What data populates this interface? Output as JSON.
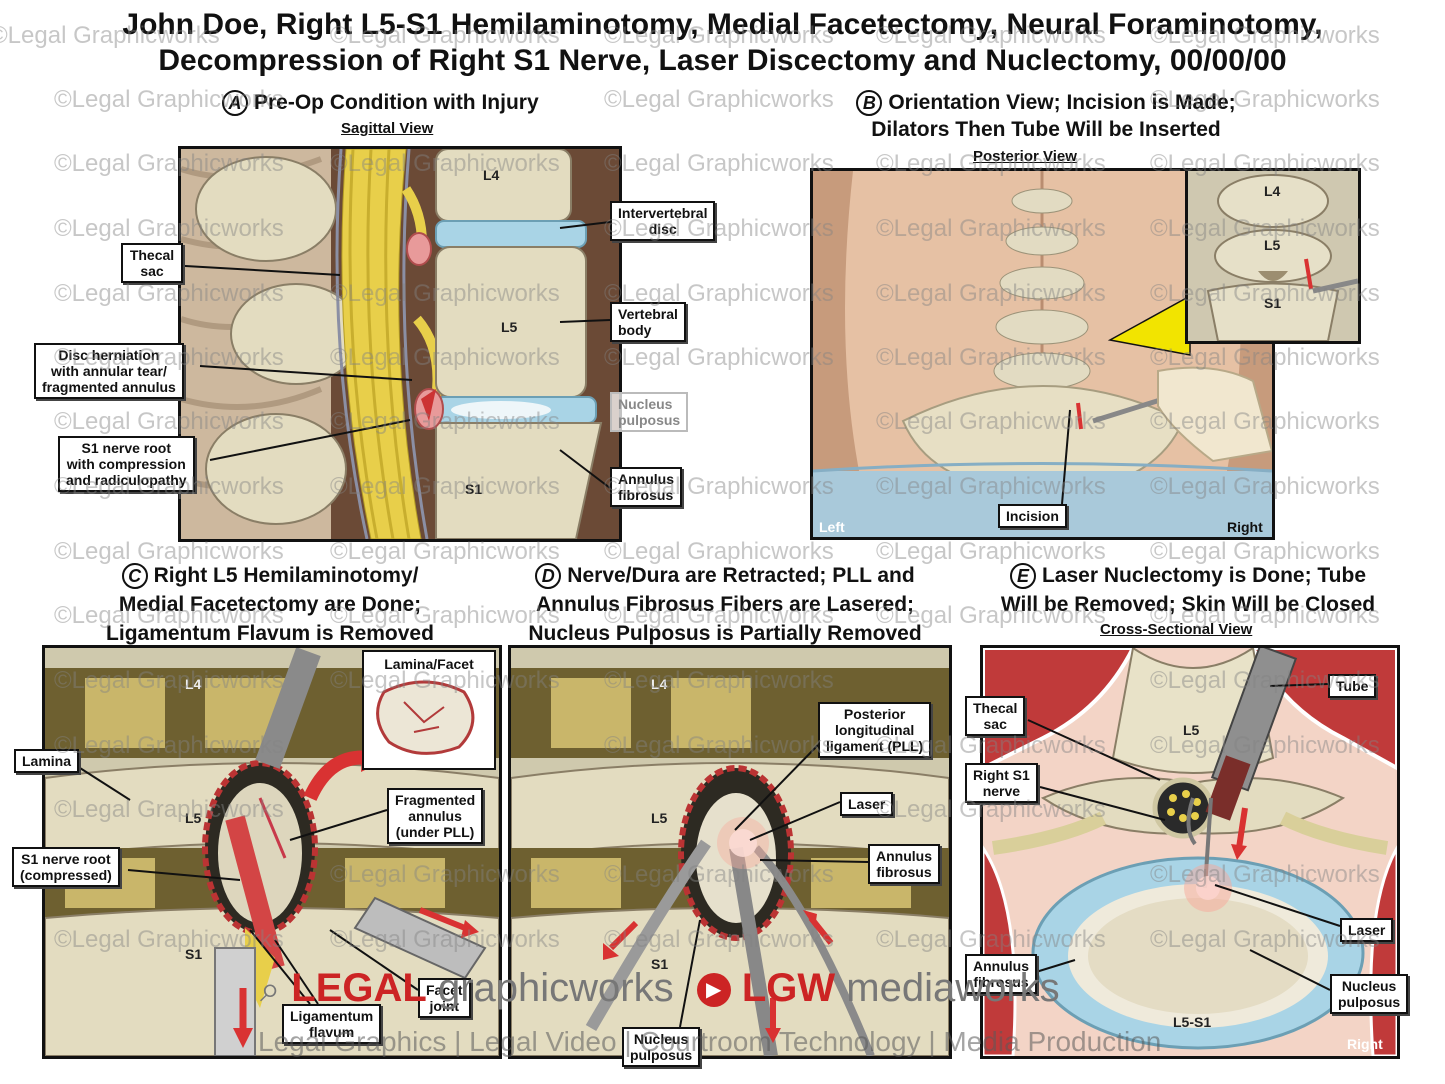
{
  "title": {
    "line1": "John Doe, Right L5-S1 Hemilaminotomy, Medial Facetectomy, Neural Foraminotomy,",
    "line2": "Decompression of Right S1 Nerve, Laser Discectomy and Nuclectomy, 00/00/00"
  },
  "panels": {
    "a": {
      "letter": "A",
      "heading": "Pre-Op Condition with Injury",
      "view": "Sagittal View",
      "vertebrae": [
        "L4",
        "L5",
        "S1"
      ],
      "labels": {
        "thecal": "Thecal sac",
        "herniation_1": "Disc herniation",
        "herniation_2": "with annular tear/",
        "herniation_3": "fragmented annulus",
        "s1_1": "S1 nerve root",
        "s1_2": "with compression",
        "s1_3": "and radiculopathy",
        "disc_1": "Intervertebral",
        "disc_2": "disc",
        "body_1": "Vertebral",
        "body_2": "body",
        "nucleus_1": "Nucleus",
        "nucleus_2": "pulposus",
        "annulus_1": "Annulus",
        "annulus_2": "fibrosus"
      }
    },
    "b": {
      "letter": "B",
      "heading_1": "Orientation View; Incision is Made;",
      "heading_2": "Dilators Then Tube Will be Inserted",
      "view": "Posterior View",
      "inset_vertebrae": [
        "L4",
        "L5",
        "S1"
      ],
      "incision": "Incision",
      "left": "Left",
      "right": "Right"
    },
    "c": {
      "letter": "C",
      "heading_1": "Right L5 Hemilaminotomy/",
      "heading_2": "Medial Facetectomy are Done;",
      "heading_3": "Ligamentum Flavum is Removed",
      "vertebrae": [
        "L4",
        "L5",
        "S1"
      ],
      "labels": {
        "lamina_facet": "Lamina/Facet",
        "lamina": "Lamina",
        "frag_1": "Fragmented",
        "frag_2": "annulus",
        "frag_3": "(under PLL)",
        "s1_1": "S1 nerve root",
        "s1_2": "(compressed)",
        "facet_1": "Facet",
        "facet_2": "joint",
        "flavum_1": "Ligamentum",
        "flavum_2": "flavum"
      }
    },
    "d": {
      "letter": "D",
      "heading_1": "Nerve/Dura are Retracted; PLL and",
      "heading_2": "Annulus Fibrosus Fibers are Lasered;",
      "heading_3": "Nucleus Pulposus is Partially Removed",
      "vertebrae": [
        "L4",
        "L5",
        "S1"
      ],
      "labels": {
        "pll_1": "Posterior",
        "pll_2": "longitudinal",
        "pll_3": "ligament (PLL)",
        "laser": "Laser",
        "annulus_1": "Annulus",
        "annulus_2": "fibrosus",
        "nucleus_1": "Nucleus",
        "nucleus_2": "pulposus"
      }
    },
    "e": {
      "letter": "E",
      "heading_1": "Laser Nuclectomy is Done; Tube",
      "heading_2": "Will be Removed; Skin Will be Closed",
      "view": "Cross-Sectional View",
      "vertebra": "L5",
      "disc": "L5-S1",
      "right": "Right",
      "labels": {
        "tube": "Tube",
        "thecal_1": "Thecal",
        "thecal_2": "sac",
        "s1_1": "Right S1",
        "s1_2": "nerve",
        "laser": "Laser",
        "annulus_1": "Annulus",
        "annulus_2": "fibrosus",
        "nucleus_1": "Nucleus",
        "nucleus_2": "pulposus"
      }
    }
  },
  "watermark": "©Legal Graphicworks",
  "branding": {
    "legal": "LEGAL",
    "graphicworks": " graphicworks",
    "lgw": "LGW",
    "mediaworks": " mediaworks",
    "tagline": "Legal Graphics | Legal Video | Courtroom Technology | Media Production"
  },
  "colors": {
    "bone": "#e3dcc0",
    "disc_blue": "#a9d4e6",
    "nerve_yellow": "#e8cf4a",
    "muscle_red": "#c03a3a",
    "skin": "#e6c1a4",
    "drape": "#a9c9da",
    "accent_red": "#d93232"
  }
}
